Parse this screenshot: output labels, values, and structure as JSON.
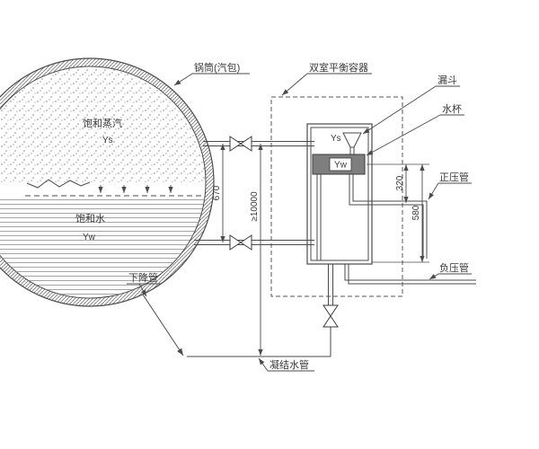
{
  "callouts": {
    "drum": "锅筒(汽包)",
    "balance_vessel": "双室平衡容器",
    "funnel": "漏斗",
    "water_cup": "水杯",
    "positive_pressure_pipe": "正压管",
    "negative_pressure_pipe": "负压管",
    "downcomer": "下降管",
    "condensate_pipe": "凝结水管"
  },
  "drum": {
    "steam_label": "饱和蒸汽",
    "steam_symbol": "Ys",
    "water_label": "饱和水",
    "water_symbol": "Yw"
  },
  "vessel": {
    "steam_symbol": "Ys",
    "cup_symbol": "Yw"
  },
  "dimensions": {
    "tap_spacing": "670",
    "vertical_run": "≥10000",
    "cup_to_positive_tap": "320",
    "cup_to_vessel_bottom": "580"
  },
  "colors": {
    "line": "#4a4a4a",
    "cup_fill": "#7e7e7e",
    "background": "#ffffff"
  }
}
